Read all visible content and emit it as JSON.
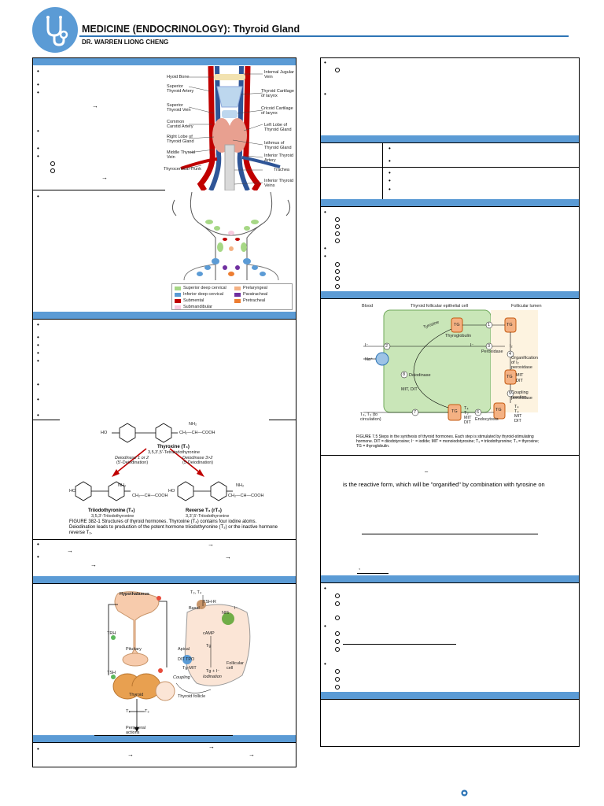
{
  "header": {
    "title": "MEDICINE (ENDOCRINOLOGY): Thyroid Gland",
    "author": "DR. WARREN LIONG CHENG",
    "logo_icon": "stethoscope-icon",
    "accent_color": "#5b9bd5"
  },
  "anatomy_figure": {
    "labels_left": [
      "Hyoid Bone",
      "Superior Thyroid Artery",
      "Superior Thyroid Vein",
      "Common Carotid Artery",
      "Right Lobe of Thyroid Gland",
      "Middle Thyroid Vein",
      "Thyrocervical Trunk"
    ],
    "labels_right": [
      "Internal Jugular Vein",
      "Thyroid Cartilage of larynx",
      "Cricoid Cartilage of larynx",
      "Left Lobe of Thyroid Gland",
      "Isthmus of Thyroid Gland",
      "Inferior Thyroid Artery",
      "Trachea",
      "Inferior Thyroid Veins"
    ]
  },
  "lymph_legend": [
    {
      "label": "Superior deep cervical",
      "color": "#a6d785"
    },
    {
      "label": "Prelaryngeal",
      "color": "#f4b183"
    },
    {
      "label": "Inferior deep cervical",
      "color": "#5b9bd5"
    },
    {
      "label": "Paratracheal",
      "color": "#7030a0"
    },
    {
      "label": "Submental",
      "color": "#c00000"
    },
    {
      "label": "Pretracheal",
      "color": "#ed7d31"
    },
    {
      "label": "Submandibular",
      "color": "#f8cbe0"
    }
  ],
  "structure_figure": {
    "amine": "NH₂",
    "ho": "HO",
    "tail": "CH₂—CH—COOH",
    "t4_name": "Thyroxine (T₄)",
    "t4_sub": "3,5,3',5'-Tetraiodothyronine",
    "deiod_left": "Deiodinase 1 or 2",
    "deiod_left_sub": "(5'-Deiodination)",
    "deiod_right": "Deiodinase 3>2",
    "deiod_right_sub": "(5-Deiodination)",
    "t3_name": "Triiodothyronine (T₃)",
    "t3_sub": "3,5,3'-Triiodothyronine",
    "rt3_name": "Reverse T₃ (rT₃)",
    "rt3_sub": "3,3',5'-Triiodothyronine",
    "caption": "FIGURE 382-1 Structures of thyroid hormones. Thyroxine (T₄) contains four iodine atoms. Deiodination leads to production of the potent hormone triiodothyronine (T₃) or the inactive hormone reverse T₃."
  },
  "axis_figure": {
    "hypothalamus": "Hypothalamus",
    "trh": "TRH",
    "pituitary": "Pituitary",
    "tsh": "TSH",
    "thyroid": "Thyroid",
    "follicle": "Thyroid follicle",
    "t4": "T₄",
    "t3": "T₃",
    "peripheral": "Peripheral actions",
    "t3t4": "T₃, T₄",
    "basal": "Basal",
    "tshr": "TSH-R",
    "nis": "NIS",
    "iodide": "I⁻",
    "camp": "cAMP",
    "tg": "Tg",
    "apical": "Apical",
    "tpo": "TPO",
    "dit": "DIT",
    "tg_mit": "Tg-MIT",
    "tg_i": "Tg + I⁻",
    "iodination": "Iodination",
    "coupling": "Coupling",
    "follicular_cell": "Follicular cell"
  },
  "synthesis_figure": {
    "col_blood": "Blood",
    "col_cell": "Thyroid follicular epithelial cell",
    "col_lumen": "Follicular lumen",
    "thyroglobulin": "Thyroglobulin",
    "tyrosine": "Tyrosine",
    "iodide": "I⁻",
    "sodium": "Na⁺",
    "peroxidase": "Peroxidase",
    "i2": "I₂",
    "organification": "Organification of I₂",
    "coupling": "Coupling reaction",
    "peroxidase2": "peroxidase",
    "deiodinase": "Deiodinase",
    "mit_dit": "MIT, DIT",
    "endocytosis": "Endocytosis",
    "to_circ": "T₄, T₃ (to circulation)",
    "tg": "TG",
    "mit": "MIT",
    "dit": "DIT",
    "t4": "T₄",
    "t3": "T₃",
    "step1": "1",
    "step2": "2",
    "step3": "3",
    "step4": "4",
    "step5": "5",
    "step6": "6",
    "step7": "7",
    "step8": "8",
    "caption": "FIGURE 7.5 Steps in the synthesis of thyroid hormones. Each step is stimulated by thyroid-stimulating hormone. DIT = diiodotyrosine; I⁻ = iodide; MIT = monoiodotyrosine; T₃ = triiodothyronine; T₄ = thyroxine; TG = thyroglobulin."
  },
  "body_text": {
    "dash": "–",
    "organified": "is the reactive form, which will be \"organified\" by combination with tyrosine on",
    "comma": ","
  },
  "glyphs": {
    "bullet": "•",
    "arrow": "→"
  }
}
